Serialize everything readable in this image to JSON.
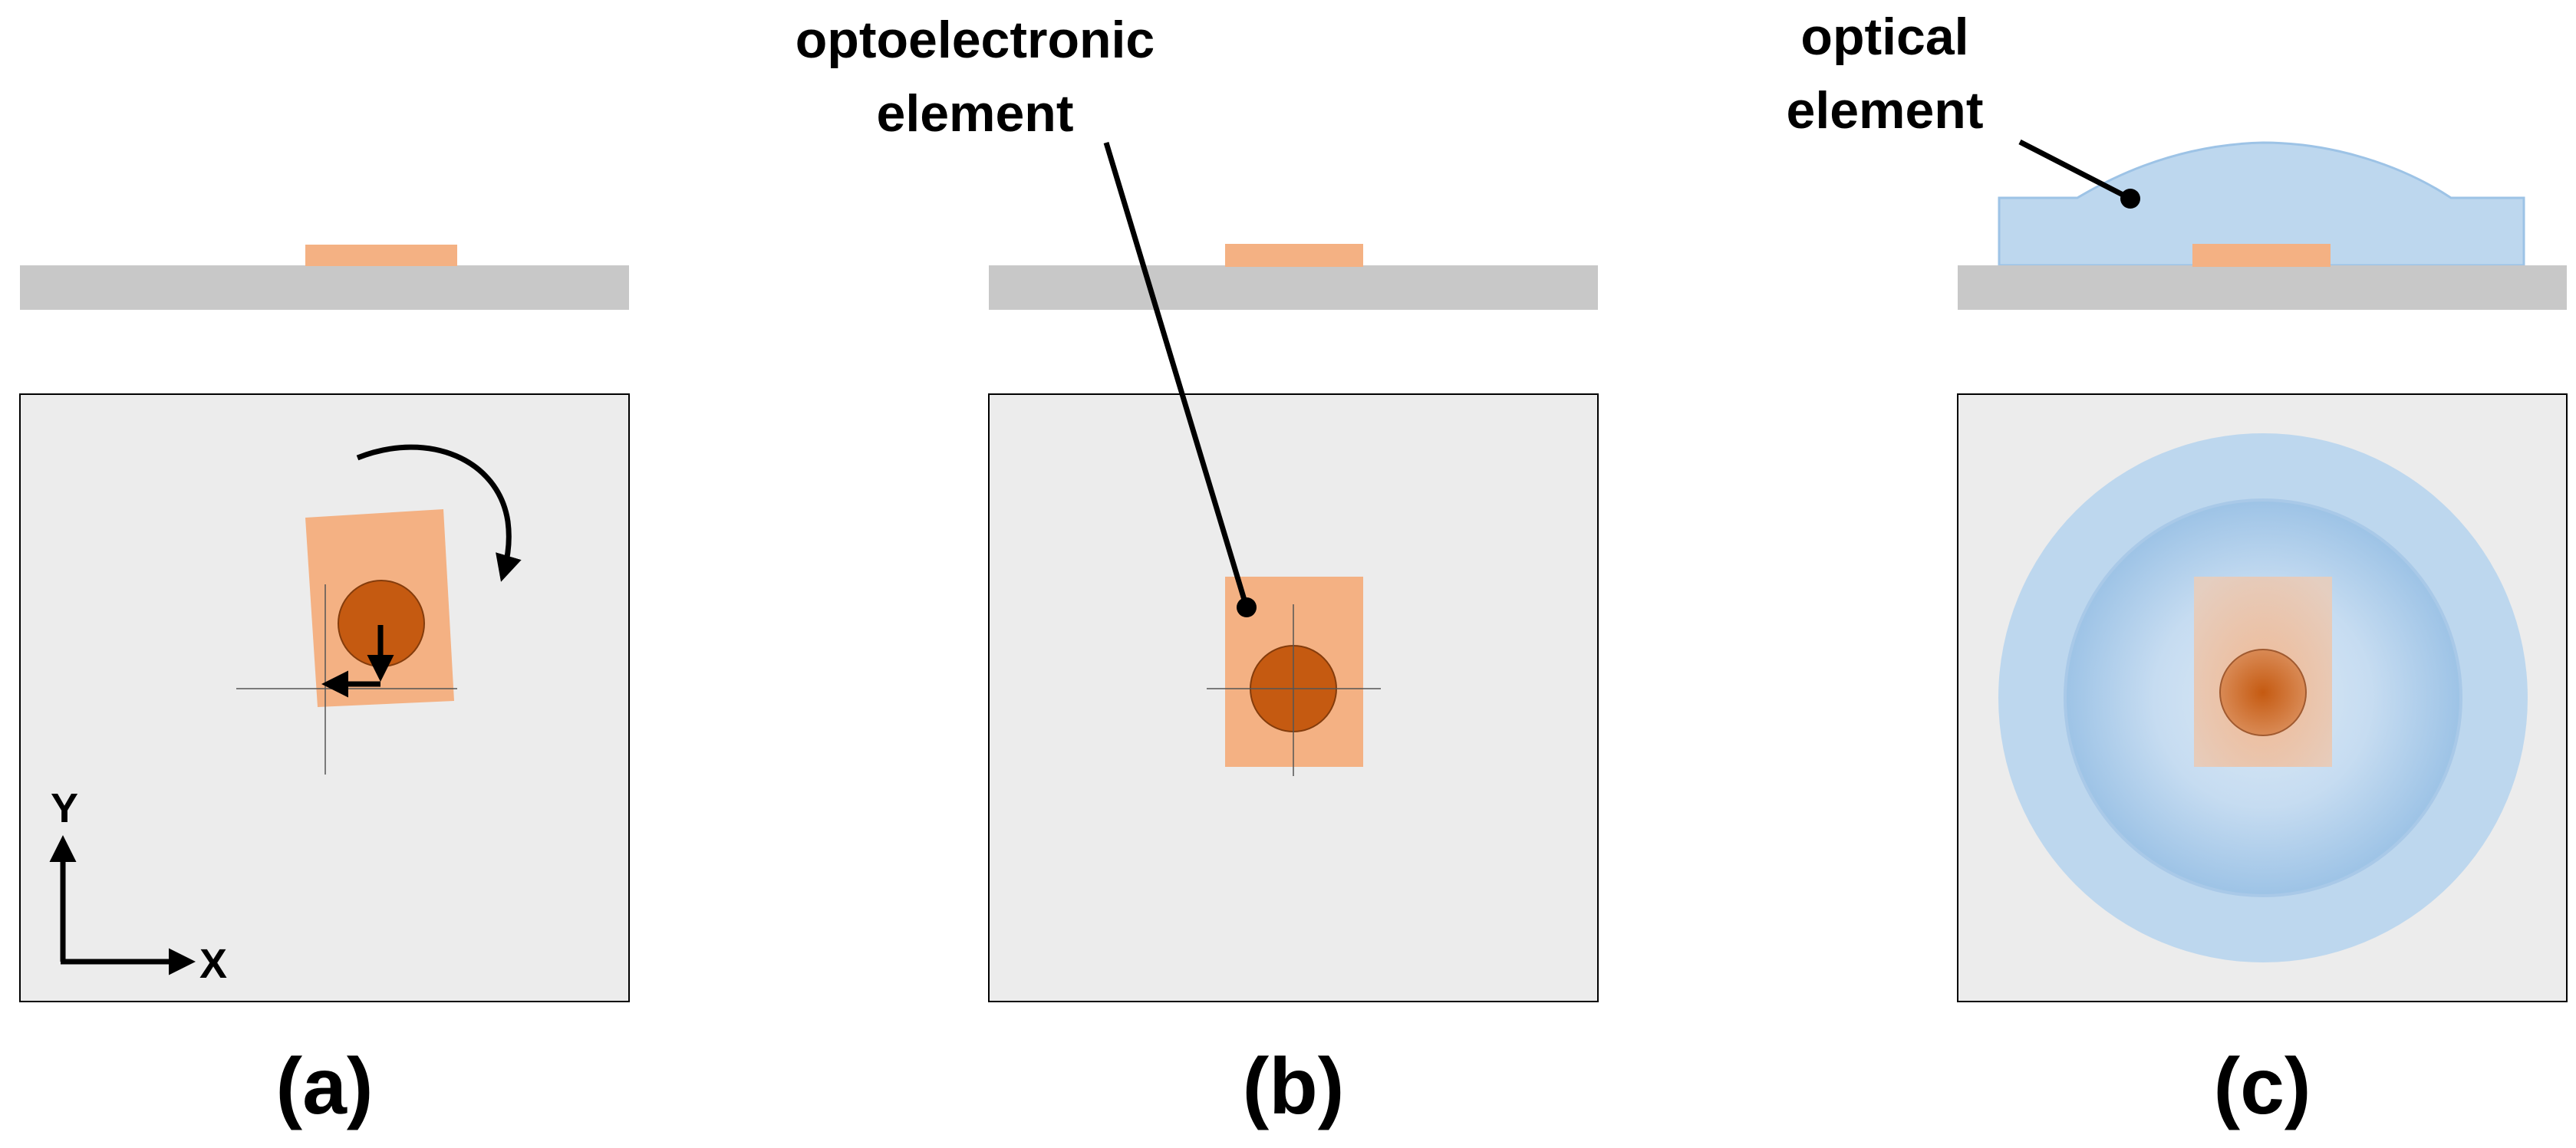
{
  "panels": [
    {
      "caption": "(a)",
      "axes": {
        "y_label": "Y",
        "x_label": "X"
      },
      "icons": [
        "rotation-arrow-icon",
        "shift-down-arrow-icon",
        "shift-left-arrow-icon"
      ]
    },
    {
      "caption": "(b)",
      "annotation": {
        "line1": "optoelectronic",
        "line2": "element"
      }
    },
    {
      "caption": "(c)",
      "annotation": {
        "line1": "optical",
        "line2": "element"
      }
    }
  ],
  "colors": {
    "substrate": "#c8c8c8",
    "top_view_background": "#ececec",
    "optoelectronic_element": "#f4b183",
    "emitter": "#c55a11",
    "emitter_outline": "#843c0c",
    "optical_element": "#bdd7ee",
    "optical_element_outline": "#9dc3e6",
    "lens_center": "#dbe9f6",
    "lens_edge": "#9dc3e6",
    "leader_line": "#000000"
  }
}
